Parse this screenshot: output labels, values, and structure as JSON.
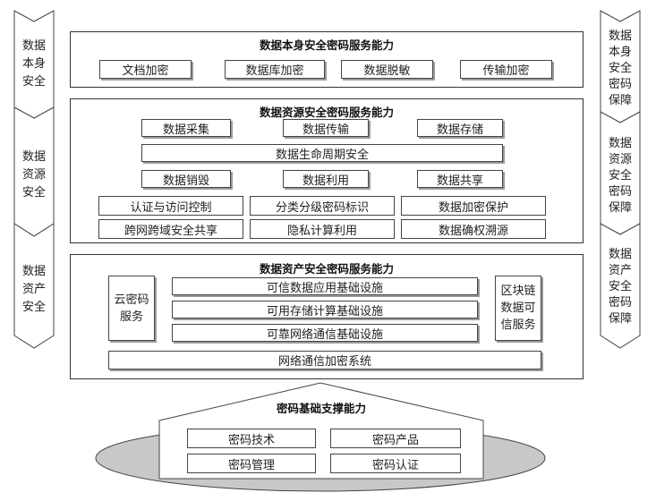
{
  "left_arrows": [
    "数据\n本身\n安全",
    "数据\n资源\n安全",
    "数据\n资产\n安全"
  ],
  "right_arrows": [
    "数据\n本身\n安全\n密码\n保障",
    "数据\n资源\n安全\n密码\n保障",
    "数据\n资产\n安全\n密码\n保障"
  ],
  "section1": {
    "title": "数据本身安全密码服务能力",
    "items": [
      "文档加密",
      "数据库加密",
      "数据脱敏",
      "传输加密"
    ]
  },
  "section2": {
    "title": "数据资源安全密码服务能力",
    "lifecycle_top": [
      "数据采集",
      "数据传输",
      "数据存储"
    ],
    "lifecycle_center": "数据生命周期安全",
    "lifecycle_bottom": [
      "数据销毁",
      "数据利用",
      "数据共享"
    ],
    "grid": [
      "认证与访问控制",
      "分类分级密码标识",
      "数据加密保护",
      "跨网跨域安全共享",
      "隐私计算利用",
      "数据确权溯源"
    ]
  },
  "section3": {
    "title": "数据资产安全密码服务能力",
    "left": "云密码\n服务",
    "center": [
      "可信数据应用基础设施",
      "可用存储计算基础设施",
      "可靠网络通信基础设施"
    ],
    "right": "区块链\n数据可\n信服务",
    "bottom": "网络通信加密系统"
  },
  "foundation": {
    "title": "密码基础支撑能力",
    "items": [
      "密码技术",
      "密码产品",
      "密码管理",
      "密码认证"
    ]
  }
}
